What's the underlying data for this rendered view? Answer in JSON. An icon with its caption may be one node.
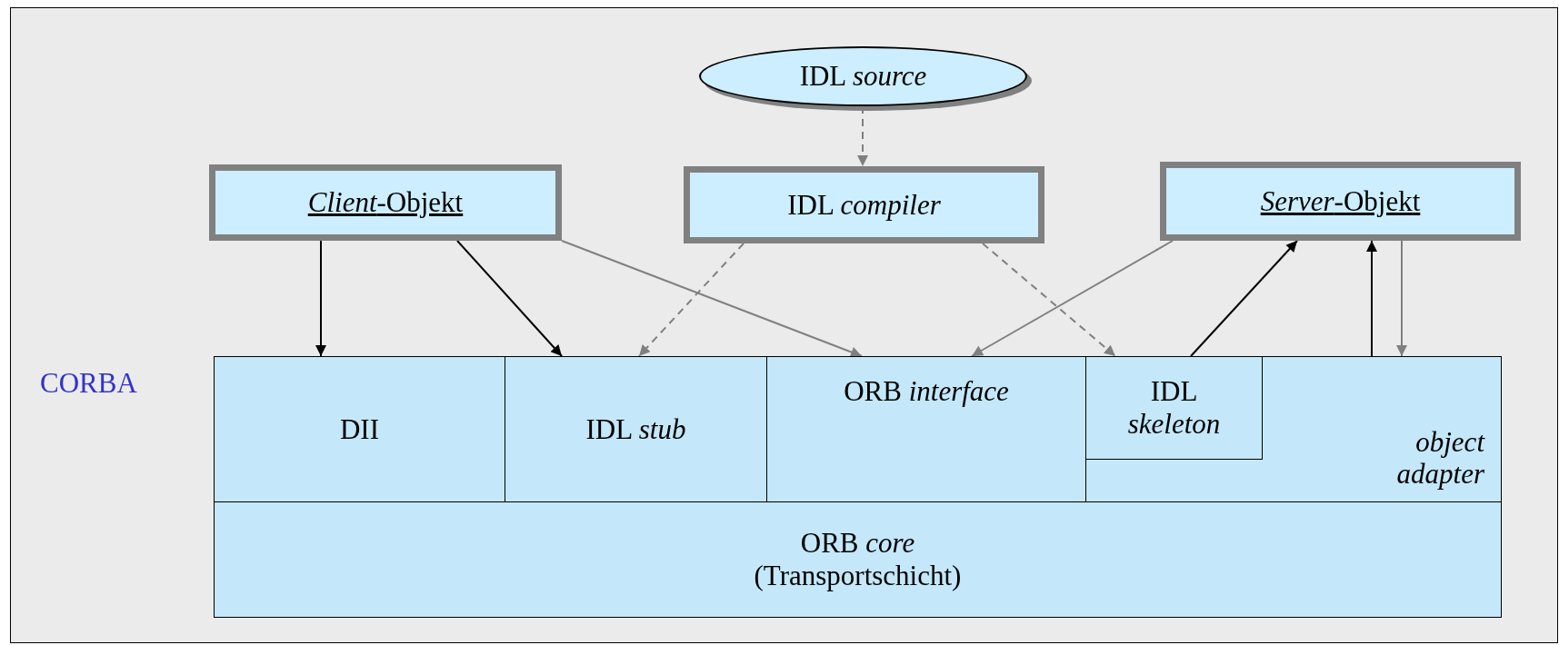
{
  "diagram": {
    "nodes": [
      {
        "text": [
          "IDL *source*"
        ]
      },
      {
        "text": [
          "*Client*-Objekt"
        ]
      },
      {
        "text": [
          "IDL *compiler*"
        ]
      },
      {
        "text": [
          "*Server*-Objekt"
        ]
      },
      {
        "text": [
          "DII"
        ]
      },
      {
        "text": [
          "IDL *stub*"
        ]
      },
      {
        "text": [
          "ORB *interface*"
        ]
      },
      {
        "text": [
          "*object adapter*"
        ]
      },
      {
        "text": [
          "IDL *skeleton*"
        ],
        "in": 7
      },
      {
        "text": [
          "ORB *core*",
          "(Transportschicht)"
        ]
      }
    ],
    "edges": [
      {
        "from": 1,
        "to": 4,
        "arrow": "to",
        "color": "#000000"
      },
      {
        "from": 1,
        "to": 5,
        "arrow": "to",
        "color": "#000000"
      },
      {
        "from": 1,
        "to": 6,
        "arrow": "to"
      },
      {
        "from": 0,
        "to": 2,
        "arrow": "to",
        "style": "dashed"
      },
      {
        "from": 2,
        "to": 5,
        "arrow": "to",
        "style": "dashed"
      },
      {
        "from": 2,
        "to": 8,
        "arrow": "to",
        "style": "dashed"
      },
      {
        "from": 3,
        "to": 6,
        "arrow": "to"
      },
      {
        "from": 8,
        "to": 3,
        "arrow": "to",
        "color": "#000000"
      },
      {
        "from": 7,
        "to": 3,
        "arrow": "to",
        "color": "#000000"
      },
      {
        "from": 3,
        "to": 7,
        "arrow": "to"
      }
    ],
    "labels": [
      "CORBA"
    ]
  }
}
